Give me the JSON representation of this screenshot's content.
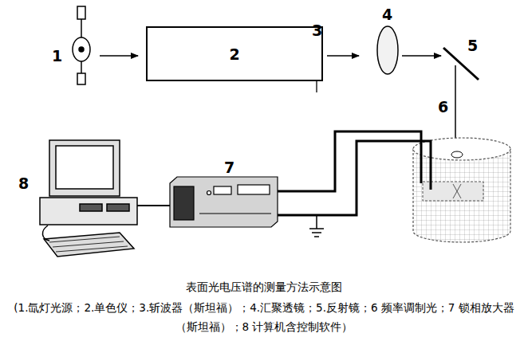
{
  "diagram": {
    "title": "表面光电压谱的测量方法示意图",
    "caption": "(1.氙灯光源；2.单色仪；3.斩波器（斯坦福）；4.汇聚透镜；5.反射镜；6 频率调制光；7 锁相放大器（斯坦福）；8 计算机含控制软件）",
    "nodes": [
      {
        "text": [
          "2"
        ]
      }
    ],
    "labels": [
      "1",
      "3",
      "4",
      "5",
      "6",
      "7",
      "8"
    ]
  }
}
